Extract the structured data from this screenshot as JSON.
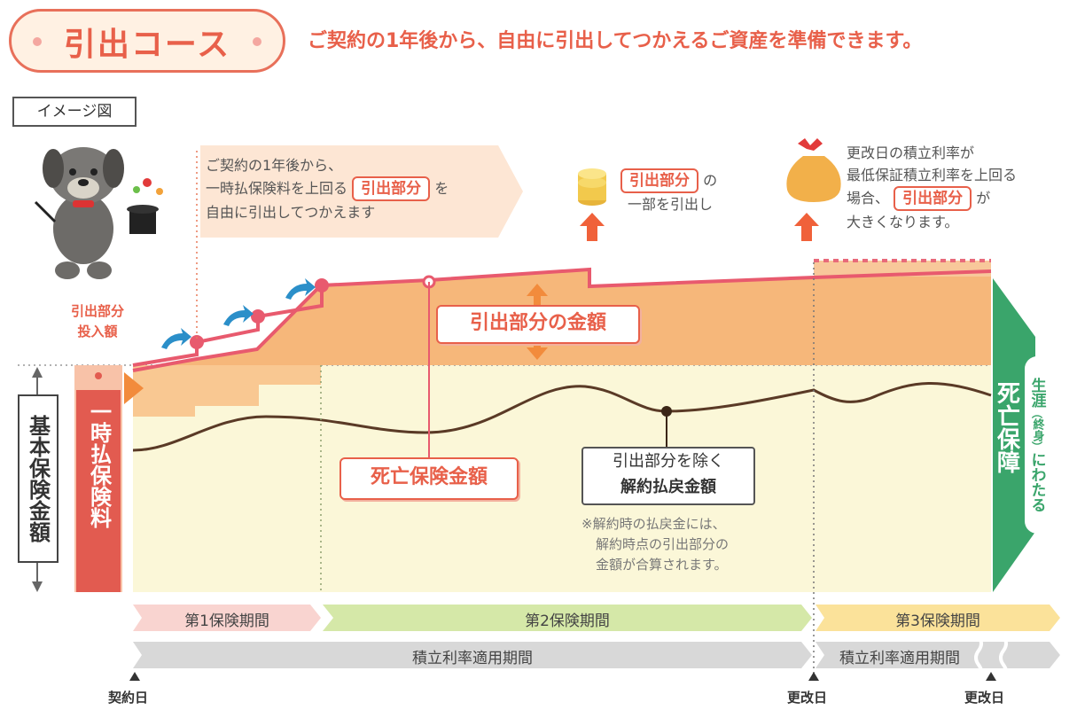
{
  "header": {
    "course_title": "引出コース",
    "subtitle": "ご契約の1年後から、自由に引出してつかえるご資産を準備できます。"
  },
  "image_label": "イメージ図",
  "callouts": {
    "first": {
      "line1": "ご契約の1年後から、",
      "line2a": "一時払保険料を上回る",
      "pill": "引出部分",
      "line2b": "を",
      "line3": "自由に引出してつかえます"
    },
    "second": {
      "pill": "引出部分",
      "after": "の",
      "line2": "一部を引出し"
    },
    "third": {
      "line1": "更改日の積立利率が",
      "line2": "最低保証積立利率を上回る",
      "line3a": "場合、",
      "pill": "引出部分",
      "line3b": "が",
      "line4": "大きくなります。"
    }
  },
  "labels": {
    "withdraw_invest": [
      "引出部分",
      "投入額"
    ],
    "base_amount": "基本保険金額",
    "lump_premium": "一時払保険料",
    "withdraw_amount": "引出部分の金額",
    "death_benefit": "死亡保険金額",
    "surrender": [
      "引出部分を除く",
      "解約払戻金額"
    ],
    "note": [
      "※解約時の払戻金には、",
      "解約時点の引出部分の",
      "金額が合算されます。"
    ],
    "lifelong": [
      "生涯",
      "終身",
      "にわたる"
    ],
    "death_coverage": "死亡保障"
  },
  "periods": [
    "第1保険期間",
    "第2保険期間",
    "第3保険期間"
  ],
  "rate_period": "積立利率適用期間",
  "dates": [
    "契約日",
    "更改日",
    "更改日"
  ],
  "colors": {
    "accent": "#e8604a",
    "orange_fill": "#f6b77a",
    "cream": "#fbf7d8",
    "green": "#3aa56b",
    "premium_red": "#e25b50"
  }
}
